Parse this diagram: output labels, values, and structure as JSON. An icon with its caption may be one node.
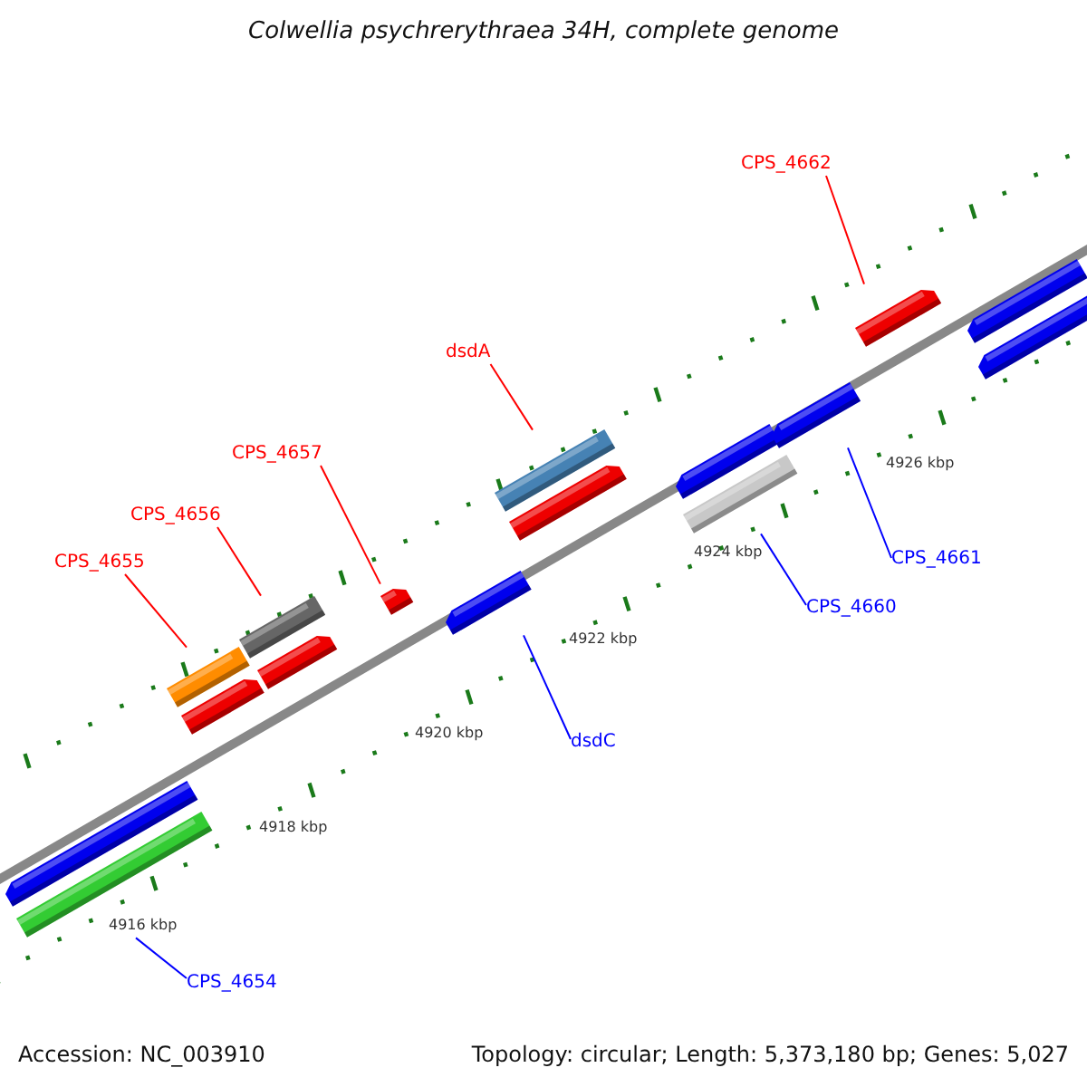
{
  "diagram": {
    "title": "Colwellia psychrerythraea 34H, complete genome",
    "nodes": [
      {
        "text": [],
        "shape": "bar"
      },
      {
        "text": [],
        "shape": "bar"
      },
      {
        "text": [],
        "shape": "bar"
      },
      {
        "text": [],
        "shape": "bar"
      },
      {
        "text": [],
        "shape": "bar"
      },
      {
        "text": [],
        "shape": "bar"
      },
      {
        "text": [],
        "shape": "bar"
      },
      {
        "text": [],
        "shape": "bar"
      },
      {
        "text": [],
        "shape": "bar"
      },
      {
        "text": [],
        "shape": "bar"
      },
      {
        "text": [],
        "shape": "bar"
      },
      {
        "text": [],
        "shape": "bar"
      },
      {
        "text": [],
        "shape": "bar"
      },
      {
        "text": [],
        "shape": "bar"
      },
      {
        "text": [],
        "shape": "bar"
      },
      {
        "text": [],
        "shape": "bar"
      },
      {
        "text": [
          "CPS_4662"
        ]
      },
      {
        "text": [
          "dsdA"
        ]
      },
      {
        "text": [
          "CPS_4657"
        ]
      },
      {
        "text": [
          "CPS_4656"
        ]
      },
      {
        "text": [
          "CPS_4655"
        ]
      },
      {
        "text": [
          "CPS_4661"
        ]
      },
      {
        "text": [
          "CPS_4660"
        ]
      },
      {
        "text": [
          "dsdC"
        ]
      },
      {
        "text": [
          "CPS_4654"
        ]
      }
    ],
    "edges": [
      {
        "from": 16,
        "to": 13,
        "arrow": "none"
      },
      {
        "from": 17,
        "to": 8,
        "arrow": "none"
      },
      {
        "from": 18,
        "to": 6,
        "arrow": "none"
      },
      {
        "from": 19,
        "to": 4,
        "arrow": "none"
      },
      {
        "from": 20,
        "to": 2,
        "arrow": "none"
      },
      {
        "from": 21,
        "to": 12,
        "arrow": "none",
        "color": "#0000ff"
      },
      {
        "from": 22,
        "to": 11,
        "arrow": "none",
        "color": "#0000ff"
      },
      {
        "from": 23,
        "to": 7,
        "arrow": "none",
        "color": "#0000ff"
      },
      {
        "from": 24,
        "to": 1,
        "arrow": "none",
        "color": "#0000ff"
      }
    ],
    "labels": [
      "4926 kbp",
      "4924 kbp",
      "4922 kbp",
      "4920 kbp",
      "4918 kbp",
      "4916 kbp",
      "Accession: NC_003910",
      "Topology: circular; Length: 5,373,180 bp; Genes: 5,027"
    ]
  }
}
